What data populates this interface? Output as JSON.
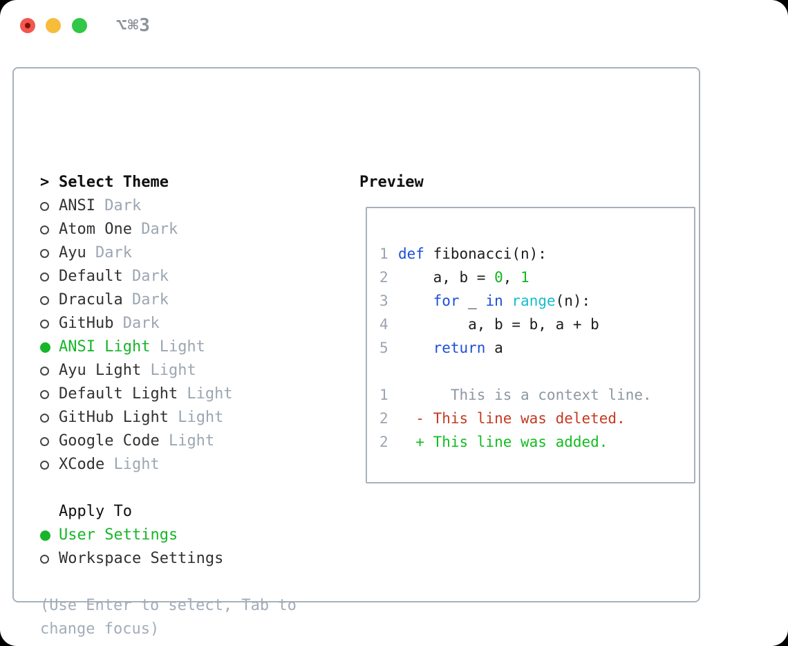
{
  "titlebar": {
    "shortcut": "⌥⌘3"
  },
  "left": {
    "header_prompt": ">",
    "header": "Select Theme",
    "themes": [
      {
        "name": "ANSI",
        "variant": "Dark",
        "selected": false
      },
      {
        "name": "Atom One",
        "variant": "Dark",
        "selected": false
      },
      {
        "name": "Ayu",
        "variant": "Dark",
        "selected": false
      },
      {
        "name": "Default",
        "variant": "Dark",
        "selected": false
      },
      {
        "name": "Dracula",
        "variant": "Dark",
        "selected": false
      },
      {
        "name": "GitHub",
        "variant": "Dark",
        "selected": false
      },
      {
        "name": "ANSI Light",
        "variant": "Light",
        "selected": true
      },
      {
        "name": "Ayu Light",
        "variant": "Light",
        "selected": false
      },
      {
        "name": "Default Light",
        "variant": "Light",
        "selected": false
      },
      {
        "name": "GitHub Light",
        "variant": "Light",
        "selected": false
      },
      {
        "name": "Google Code",
        "variant": "Light",
        "selected": false
      },
      {
        "name": "XCode",
        "variant": "Light",
        "selected": false
      }
    ],
    "apply_to": {
      "header": "Apply To",
      "options": [
        {
          "name": "User Settings",
          "selected": true
        },
        {
          "name": "Workspace Settings",
          "selected": false
        }
      ]
    },
    "help": {
      "0": "(Use Enter to select, Tab to",
      "1": "change focus)"
    }
  },
  "preview": {
    "title": "Preview",
    "code_lines": [
      {
        "num": "1",
        "segments": [
          {
            "t": "def",
            "c": "kw"
          },
          {
            "t": " fibonacci(n):",
            "c": "plain"
          }
        ]
      },
      {
        "num": "2",
        "segments": [
          {
            "t": "    a, b = ",
            "c": "plain"
          },
          {
            "t": "0",
            "c": "num"
          },
          {
            "t": ", ",
            "c": "plain"
          },
          {
            "t": "1",
            "c": "num"
          }
        ]
      },
      {
        "num": "3",
        "segments": [
          {
            "t": "    ",
            "c": "plain"
          },
          {
            "t": "for",
            "c": "kw"
          },
          {
            "t": " _ ",
            "c": "plain"
          },
          {
            "t": "in",
            "c": "kw"
          },
          {
            "t": " ",
            "c": "plain"
          },
          {
            "t": "range",
            "c": "fn"
          },
          {
            "t": "(n):",
            "c": "plain"
          }
        ]
      },
      {
        "num": "4",
        "segments": [
          {
            "t": "        a, b = b, a + b",
            "c": "plain"
          }
        ]
      },
      {
        "num": "5",
        "segments": [
          {
            "t": "    ",
            "c": "plain"
          },
          {
            "t": "return",
            "c": "kw"
          },
          {
            "t": " a",
            "c": "plain"
          }
        ]
      }
    ],
    "diff_lines": [
      {
        "num": "1",
        "text": "      This is a context line.",
        "c": "ctx"
      },
      {
        "num": "2",
        "text": "  - This line was deleted.",
        "c": "del"
      },
      {
        "num": "2",
        "text": "  + This line was added.",
        "c": "add"
      }
    ]
  },
  "colors": {
    "accent_green": "#17b529",
    "keyword_blue": "#1d4fd7",
    "function_cyan": "#16bccd",
    "number_green": "#11b41e",
    "deleted_red": "#c43a20",
    "added_green": "#13bd20",
    "context_gray": "#8d97a1",
    "line_number_gray": "#9aa4b0",
    "variant_gray": "#9ca6b2",
    "border_gray": "#a8b0ba",
    "traffic_red": "#f1564f",
    "traffic_yellow": "#f6bd3b",
    "traffic_green": "#31c747"
  }
}
